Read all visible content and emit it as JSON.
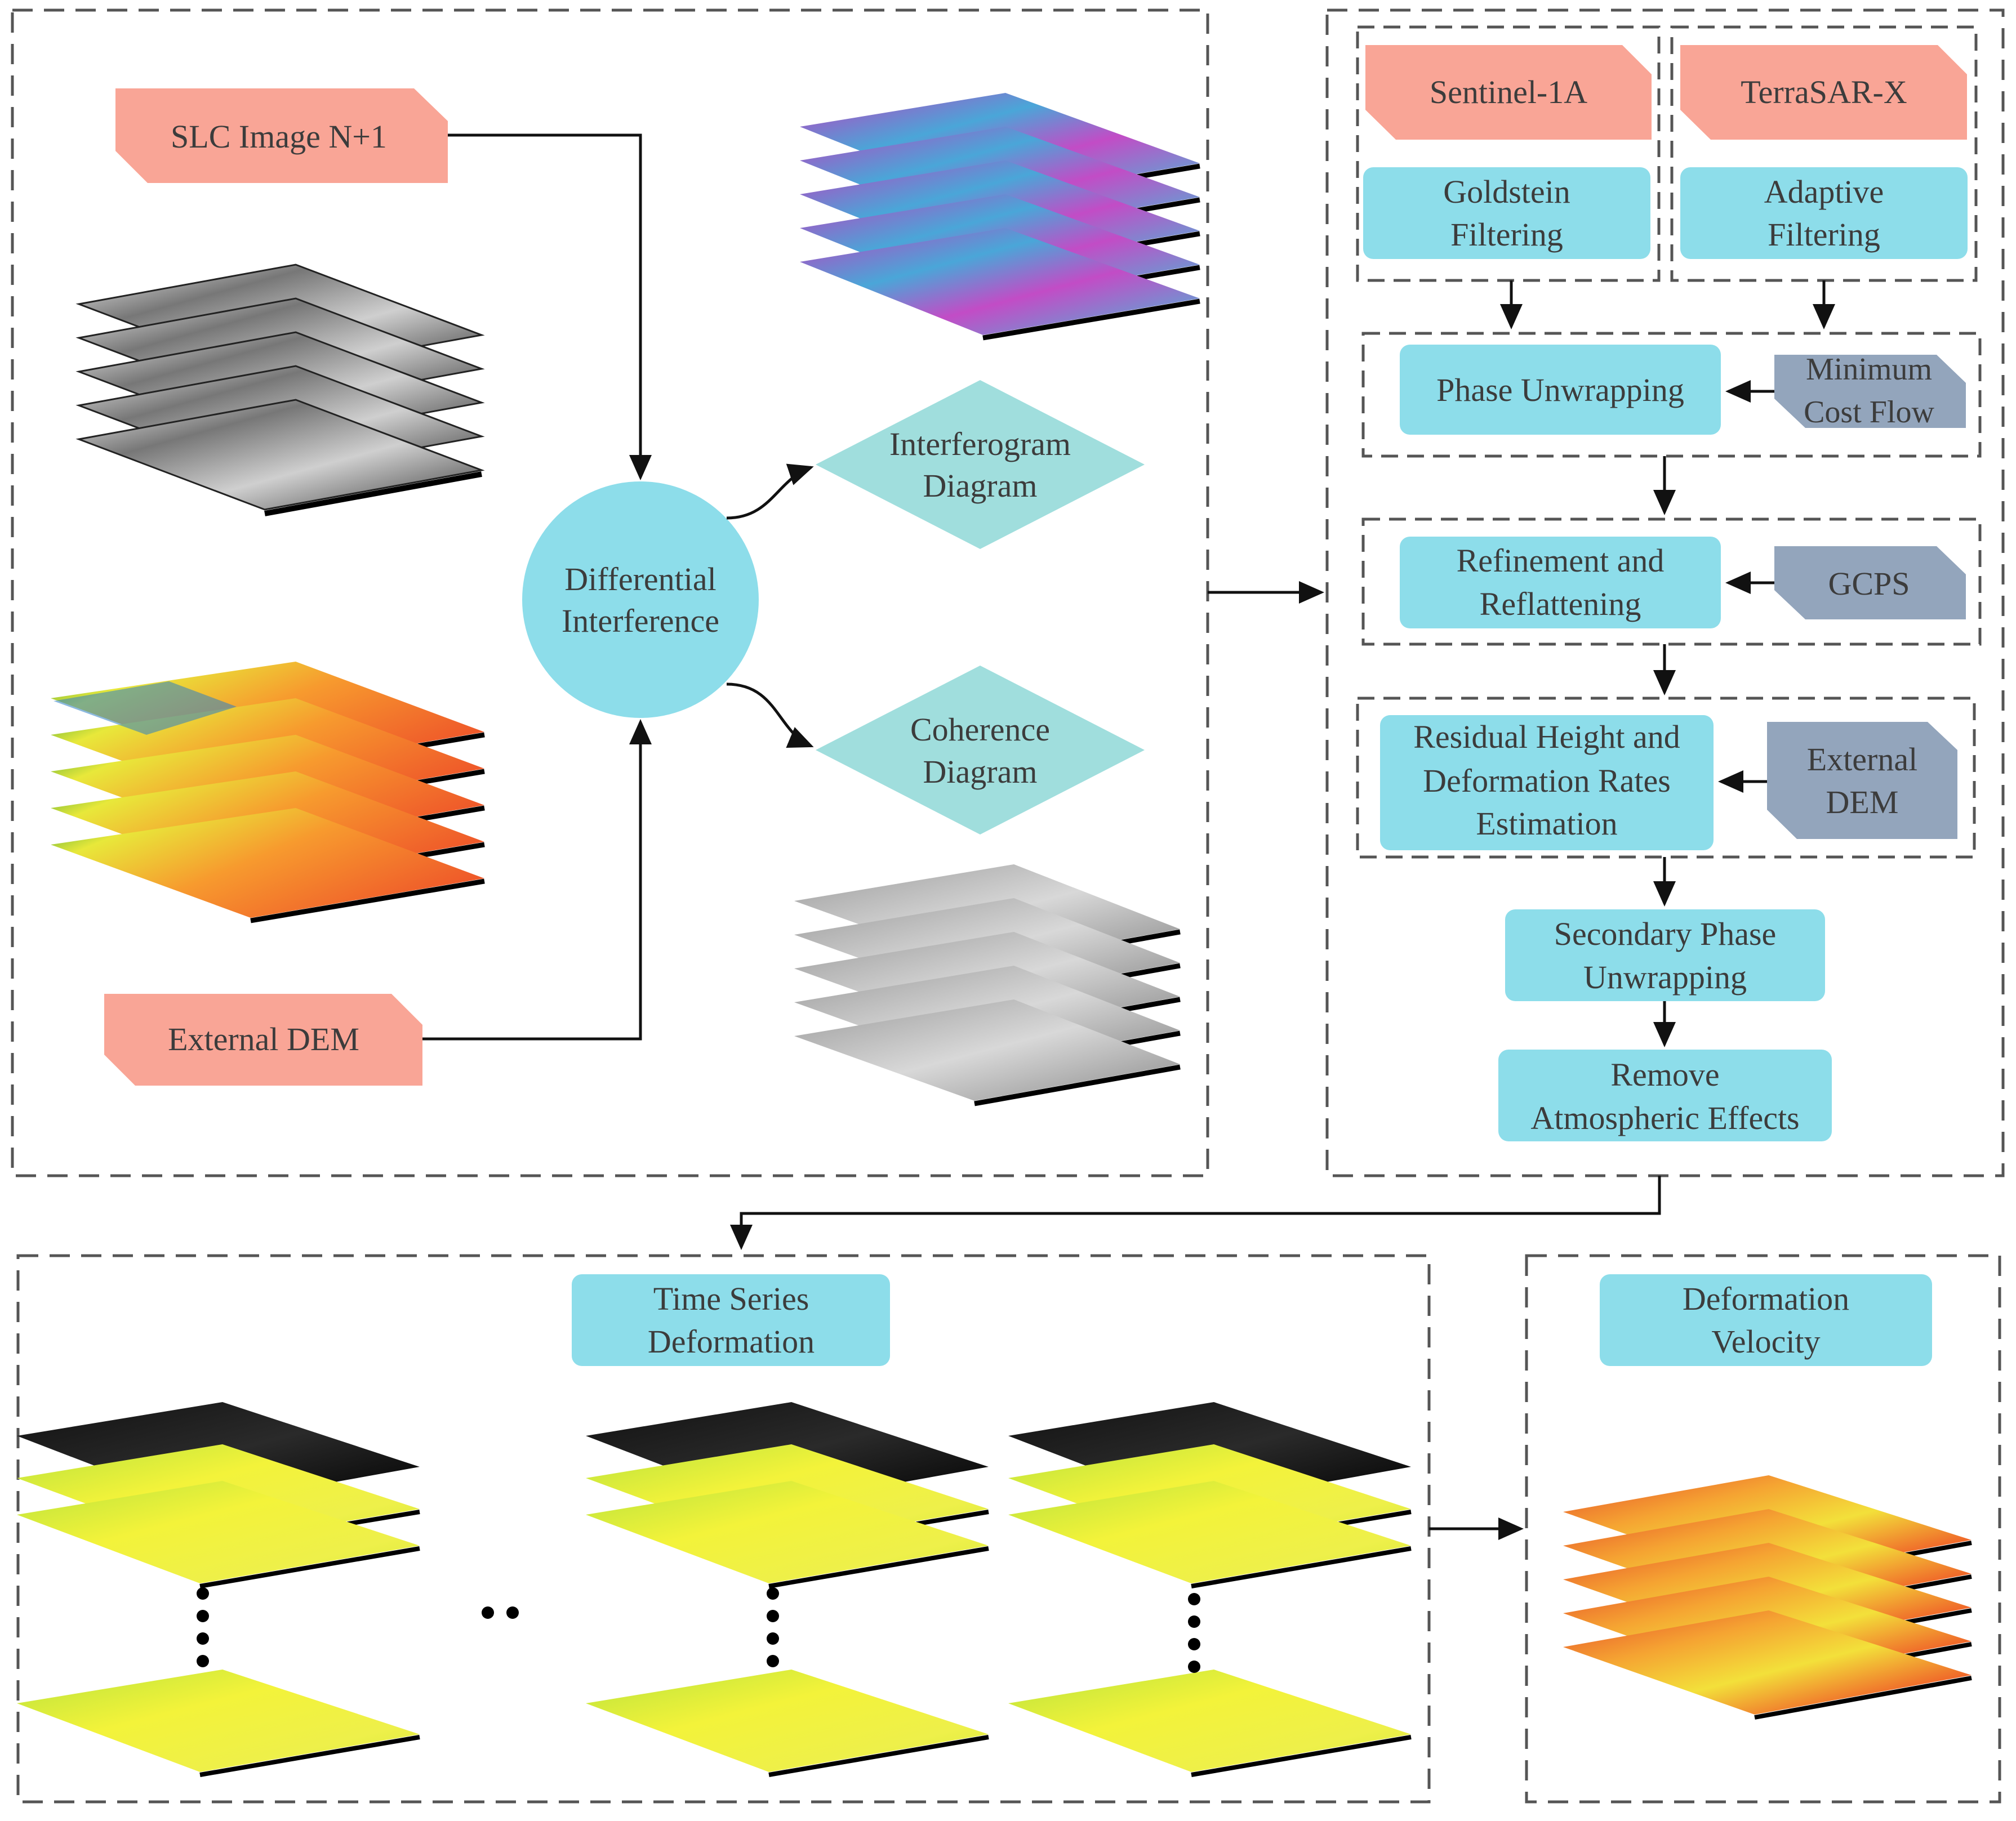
{
  "palette": {
    "salmon": "#F9A596",
    "cyan": "#8DDDEA",
    "teal": "#A0DEDD",
    "slate": "#93A5BC",
    "dash": "#555555",
    "arrow": "#111111",
    "text": "#3c3c3c"
  },
  "inputs": {
    "slc_image": "SLC Image N+1",
    "external_dem": "External DEM"
  },
  "center": {
    "differential_line1": "Differential",
    "differential_line2": "Interference",
    "interferogram_line1": "Interferogram",
    "interferogram_line2": "Diagram",
    "coherence_line1": "Coherence",
    "coherence_line2": "Diagram"
  },
  "processing": {
    "sentinel": "Sentinel-1A",
    "terrasar": "TerraSAR-X",
    "goldstein_line1": "Goldstein",
    "goldstein_line2": "Filtering",
    "adaptive_line1": "Adaptive",
    "adaptive_line2": "Filtering",
    "phase_unwrapping": "Phase Unwrapping",
    "mcf_line1": "Minimum",
    "mcf_line2": "Cost Flow",
    "refine_line1": "Refinement and",
    "refine_line2": "Reflattening",
    "gcps": "GCPS",
    "residual_line1": "Residual Height and",
    "residual_line2": "Deformation Rates",
    "residual_line3": "Estimation",
    "ext_dem_line1": "External",
    "ext_dem_line2": "DEM",
    "secondary_line1": "Secondary Phase",
    "secondary_line2": "Unwrapping",
    "remove_line1": "Remove",
    "remove_line2": "Atmospheric Effects"
  },
  "outputs": {
    "time_series_line1": "Time Series",
    "time_series_line2": "Deformation",
    "velocity_line1": "Deformation",
    "velocity_line2": "Velocity"
  }
}
